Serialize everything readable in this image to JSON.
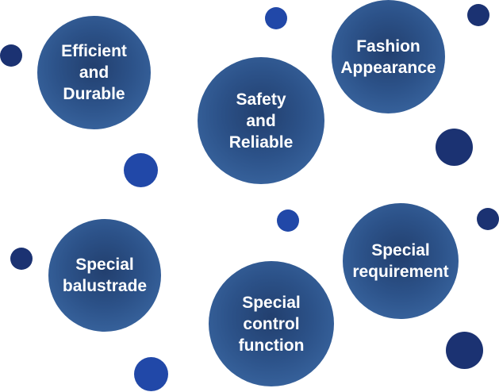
{
  "bubbles": [
    {
      "name": "bubble-efficient-durable",
      "label": "Efficient\nand\nDurable"
    },
    {
      "name": "bubble-safety-reliable",
      "label": "Safety\nand\nReliable"
    },
    {
      "name": "bubble-fashion-appearance",
      "label": "Fashion\nAppearance"
    },
    {
      "name": "bubble-special-balustrade",
      "label": "Special\nbalustrade"
    },
    {
      "name": "bubble-special-control-function",
      "label": "Special\ncontrol\nfunction"
    },
    {
      "name": "bubble-special-requirement",
      "label": "Special\nrequirement"
    }
  ],
  "colors": {
    "bubble_center": "#223f6e",
    "bubble_edge": "#3f6eaa",
    "dot_navy": "#1b3272",
    "dot_royal": "#2148a8",
    "text": "#ffffff"
  }
}
